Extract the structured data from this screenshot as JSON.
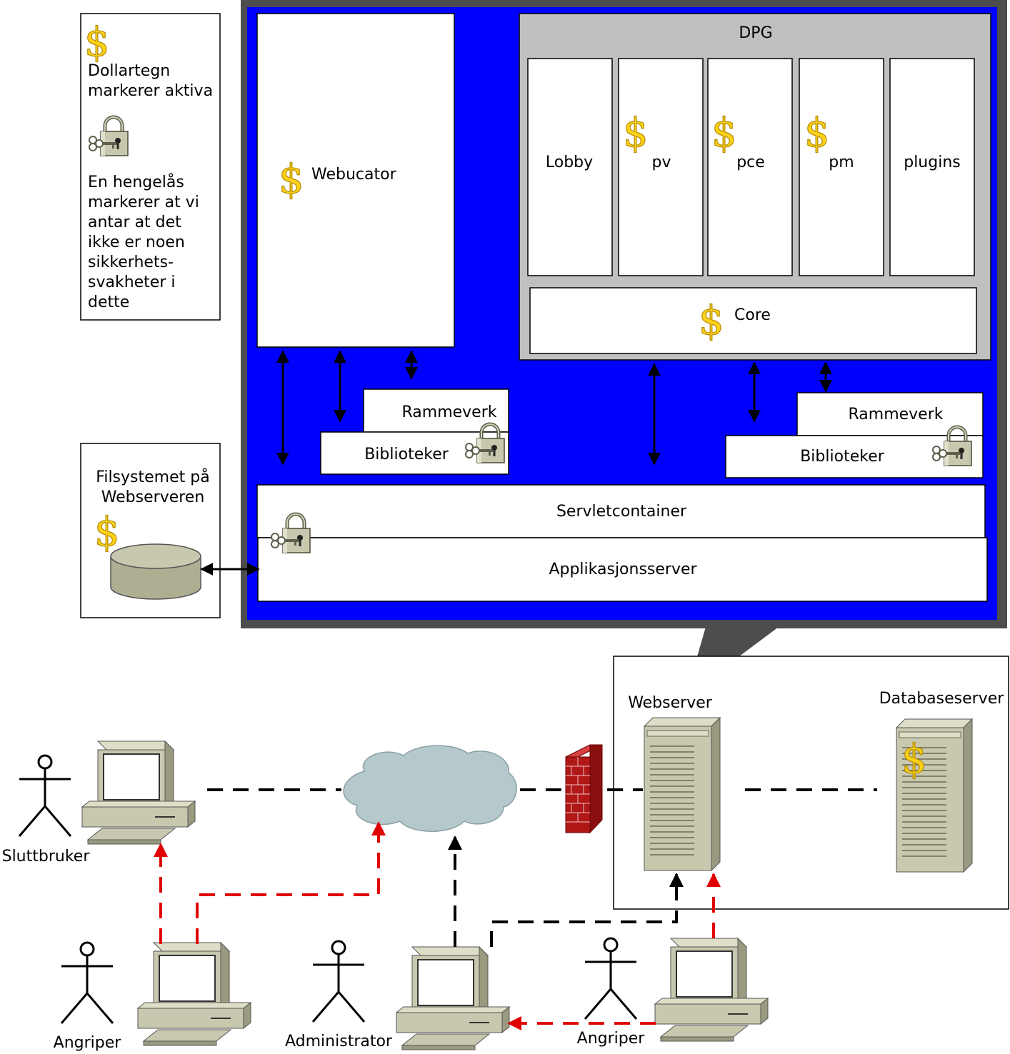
{
  "legend": {
    "dollar_lines": [
      "Dollartegn",
      "markerer aktiva"
    ],
    "lock_lines": [
      "En hengelås",
      "markerer at vi",
      "antar at det",
      "ikke er noen",
      "sikkerhets-",
      "svakheter i",
      "dette"
    ]
  },
  "filesystem": {
    "lines": [
      "Filsystemet på",
      "Webserveren"
    ]
  },
  "webserver_detail": {
    "webucator": "Webucator",
    "dpg": {
      "title": "DPG",
      "modules": [
        "Lobby",
        "pv",
        "pce",
        "pm",
        "plugins"
      ],
      "core": "Core"
    },
    "left_stack": {
      "framework": "Rammeverk",
      "libraries": "Biblioteker"
    },
    "right_stack": {
      "framework": "Rammeverk",
      "libraries": "Biblioteker"
    },
    "servlet_container": "Servletcontainer",
    "app_server": "Applikasjonsserver"
  },
  "network": {
    "webserver": "Webserver",
    "database_server": "Databaseserver",
    "end_user": "Sluttbruker",
    "attacker_left": "Angriper",
    "administrator": "Administrator",
    "attacker_right": "Angriper"
  },
  "colors": {
    "blue_panel": "#0000ff",
    "gray_frame": "#4d4d4d",
    "dpg_gray": "#c0c0c0",
    "dollar": "#ffd21a",
    "attack_red": "#e00000",
    "hardware": "#c8c8ae",
    "cloud": "#b5c9cc",
    "firewall": "#b01818"
  },
  "icons": [
    "dollar-icon",
    "padlock-icon",
    "computer-icon",
    "actor-icon",
    "server-icon",
    "cloud-icon",
    "firewall-icon",
    "disk-icon"
  ]
}
